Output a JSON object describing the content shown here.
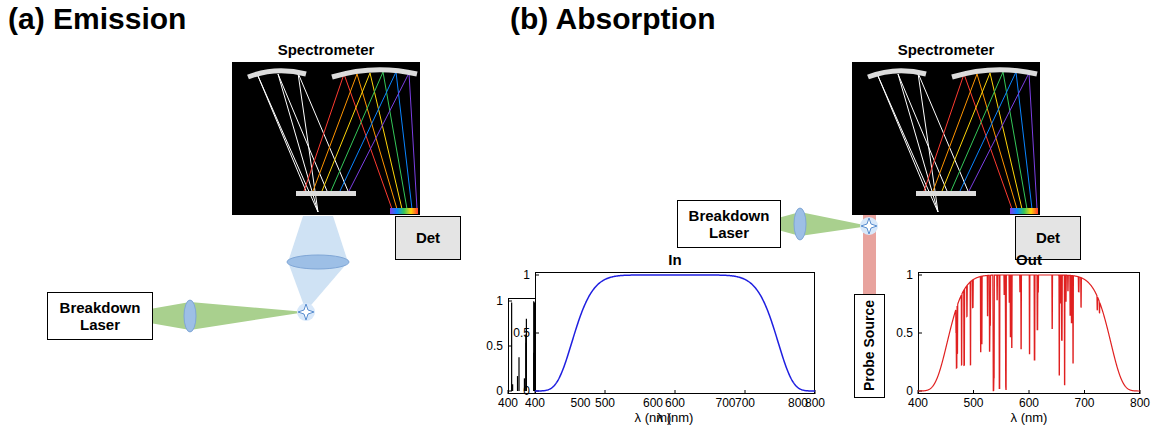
{
  "diagram": {
    "nodes": [
      {
        "text": [
          "Spectrometer"
        ]
      },
      {
        "text": [
          "Det"
        ]
      },
      {
        "text": [
          "Breakdown Laser"
        ]
      },
      {
        "text": [
          "Spectrometer"
        ]
      },
      {
        "text": [
          "Breakdown Laser"
        ]
      },
      {
        "text": [
          "Det"
        ]
      },
      {
        "text": [
          "Probe Source"
        ]
      },
      {
        "text": [
          "In"
        ]
      },
      {
        "text": [
          "Out"
        ]
      }
    ],
    "edges": [
      {
        "from": 6,
        "to": 3,
        "arrow": "none"
      }
    ],
    "labels": [
      "(a) Emission",
      "(b) Absorption",
      "1",
      "0.5",
      "0",
      "400",
      "500",
      "600",
      "700",
      "800",
      "λ (nm)",
      "1",
      "0.5",
      "0",
      "400",
      "500",
      "600",
      "700",
      "800",
      "λ (nm)",
      "1",
      "0.5",
      "0",
      "400",
      "500",
      "600",
      "700",
      "800",
      "λ (nm)"
    ]
  }
}
